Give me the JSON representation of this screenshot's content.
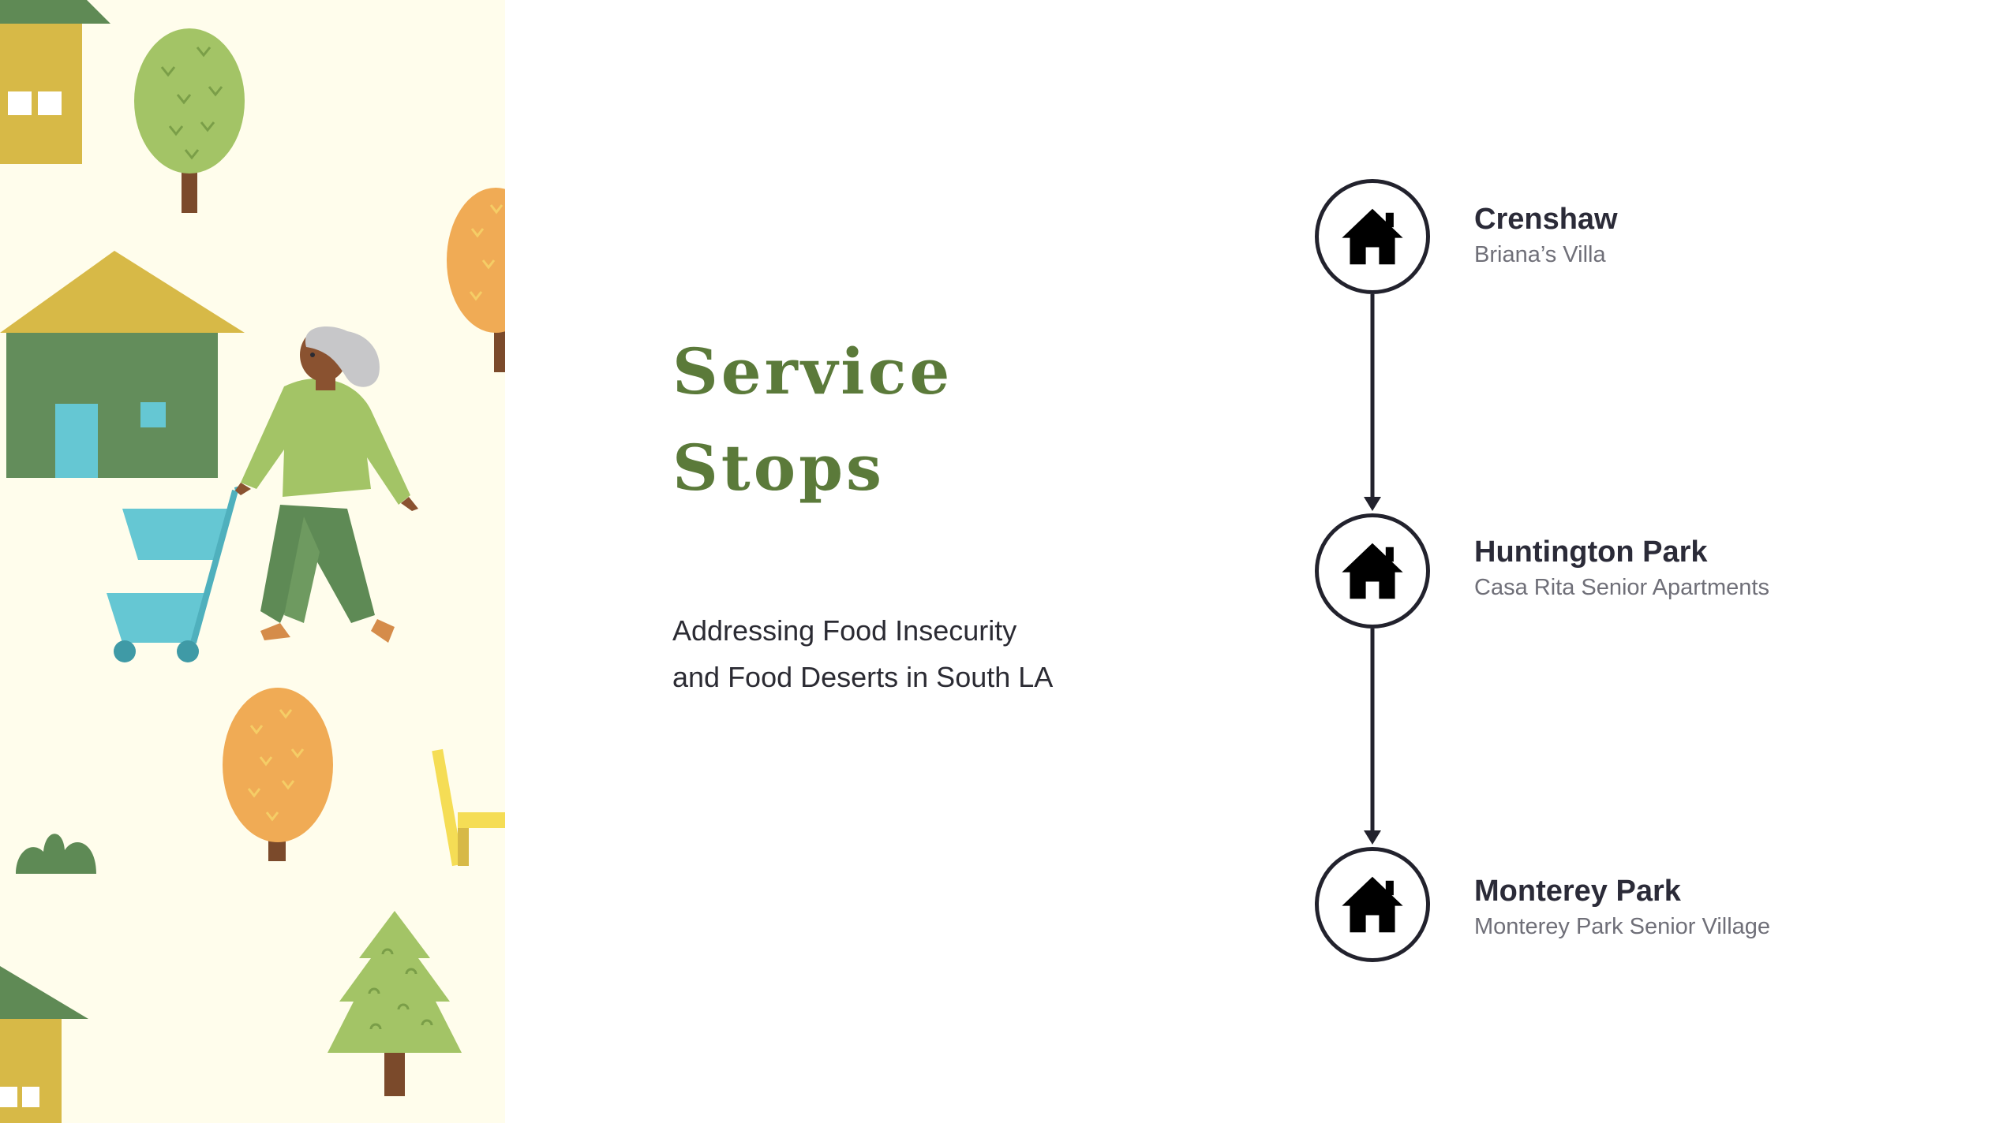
{
  "title": {
    "line1": "Service",
    "line2": "Stops"
  },
  "subtitle": {
    "line1": "Addressing Food Insecurity",
    "line2": "and Food Deserts in South LA"
  },
  "stops": [
    {
      "name": "Crenshaw",
      "detail": "Briana’s Villa",
      "icon": "house-icon"
    },
    {
      "name": "Huntington Park",
      "detail": "Casa Rita Senior Apartments",
      "icon": "house-icon"
    },
    {
      "name": "Monterey Park",
      "detail": "Monterey Park Senior Village",
      "icon": "house-icon"
    }
  ],
  "colors": {
    "title": "#5b7a3a",
    "illustration_background": "#fffdec",
    "timeline": "#22222d",
    "stop_name": "#2b2b38",
    "stop_detail": "#6f6f78"
  }
}
